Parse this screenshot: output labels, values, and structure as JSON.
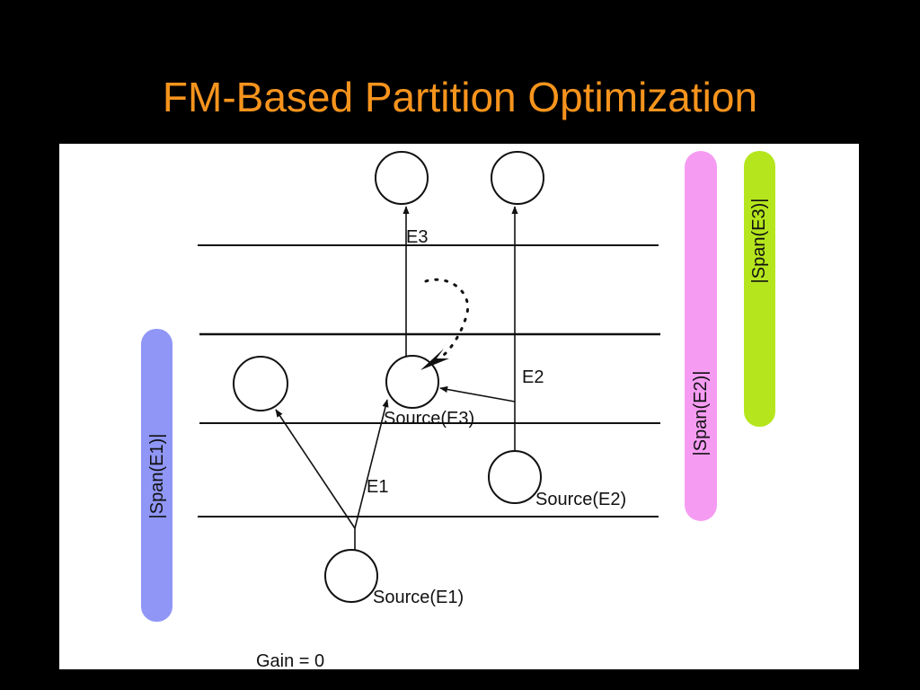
{
  "title": "FM-Based Partition Optimization",
  "colors": {
    "background": "#000000",
    "title": "#f7941d",
    "panel": "#ffffff",
    "line": "#111111",
    "span_e1": "#8f96f5",
    "span_e2": "#f59cf2",
    "span_e3": "#b5e61d"
  },
  "diagram": {
    "edges": {
      "e1": "E1",
      "e2": "E2",
      "e3": "E3"
    },
    "sources": {
      "e1": "Source(E1)",
      "e2": "Source(E2)",
      "e3": "Source(E3)"
    },
    "spans": {
      "e1": "|Span(E1)|",
      "e2": "|Span(E2)|",
      "e3": "|Span(E3)|"
    },
    "gain": "Gain = 0"
  }
}
